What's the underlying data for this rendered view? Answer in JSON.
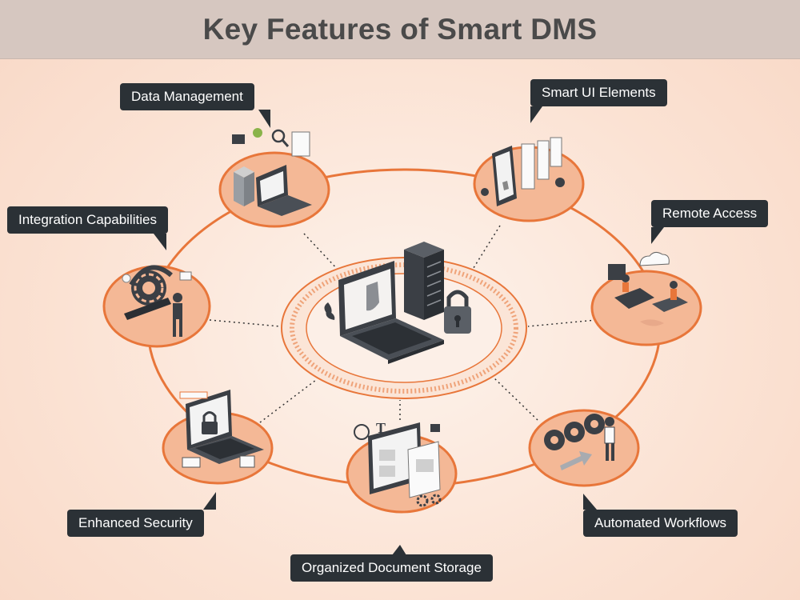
{
  "header": {
    "title": "Key Features of Smart DMS"
  },
  "features": {
    "data_management": "Data Management",
    "smart_ui": "Smart UI Elements",
    "remote_access": "Remote Access",
    "integration": "Integration Capabilities",
    "enhanced_security": "Enhanced Security",
    "organized_storage": "Organized Document Storage",
    "automated_workflows": "Automated Workflows"
  },
  "colors": {
    "accent_orange": "#e8763a",
    "node_fill": "#f4b896",
    "callout_bg": "#2b3136",
    "device_dark": "#3b3f45",
    "header_bg": "#d6c7c0"
  }
}
